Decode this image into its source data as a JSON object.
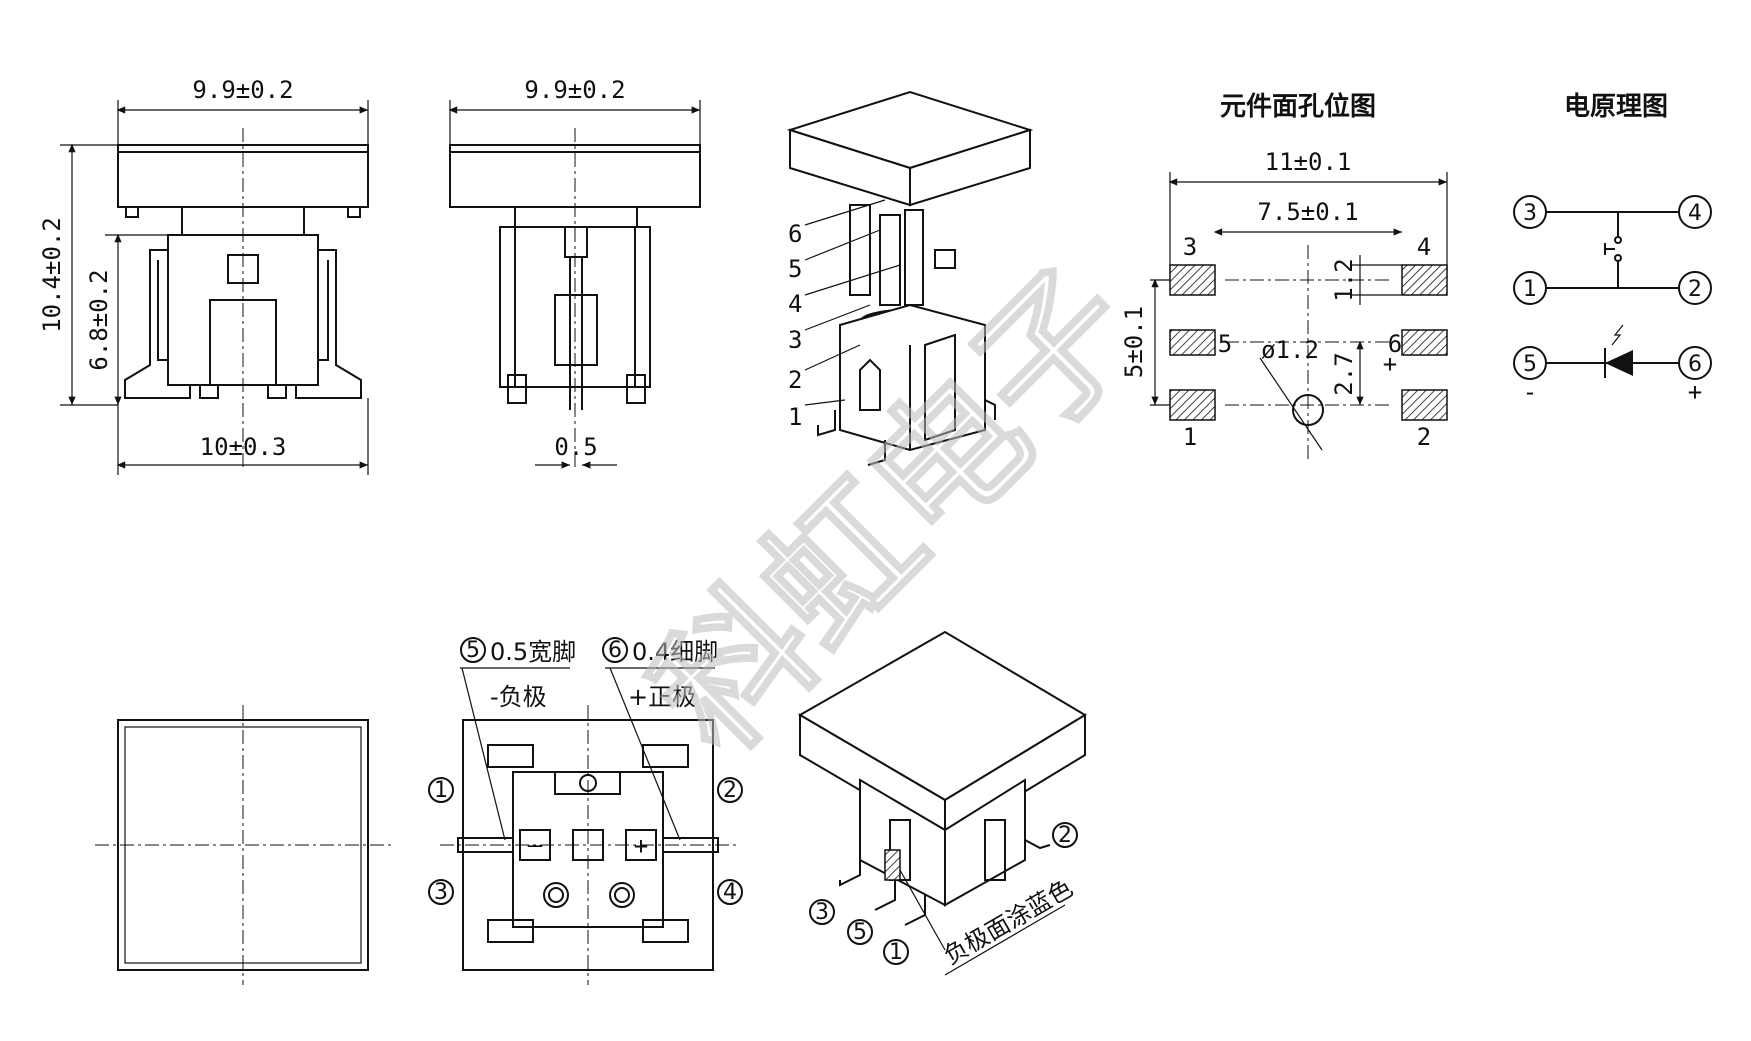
{
  "views": {
    "front": {
      "top_width": "9.9±0.2",
      "height_total": "10.4±0.2",
      "height_body": "6.8±0.2",
      "bottom_width": "10±0.3"
    },
    "side": {
      "top_width": "9.9±0.2",
      "pin_width": "0.5"
    },
    "exploded": {
      "callouts": [
        "6",
        "5",
        "4",
        "3",
        "2",
        "1"
      ]
    },
    "footprint": {
      "title": "元件面孔位图",
      "outer_width": "11±0.1",
      "inner_width": "7.5±0.1",
      "pad_height": "1.2",
      "vertical_span": "5±0.1",
      "hole_offset": "2.7",
      "hole_dia": "ø1.2",
      "pad_labels": [
        "3",
        "4",
        "5",
        "6",
        "1",
        "2"
      ],
      "plus": "+"
    },
    "schematic": {
      "title": "电原理图",
      "pins": [
        "3",
        "4",
        "1",
        "2",
        "5",
        "6"
      ],
      "minus": "-",
      "plus": "+"
    },
    "bottom_view": {
      "pin5_label": "0.5宽脚",
      "pin5_desc": "-负极",
      "pin6_label": "0.4细脚",
      "pin6_desc": "+正极",
      "pins": [
        "1",
        "2",
        "3",
        "4",
        "5",
        "6"
      ],
      "pin_marks": [
        "—",
        "+"
      ]
    },
    "iso_view": {
      "pins": [
        "2",
        "3",
        "5",
        "1"
      ],
      "note": "负极面涂蓝色"
    }
  },
  "watermark": "科虹电子"
}
